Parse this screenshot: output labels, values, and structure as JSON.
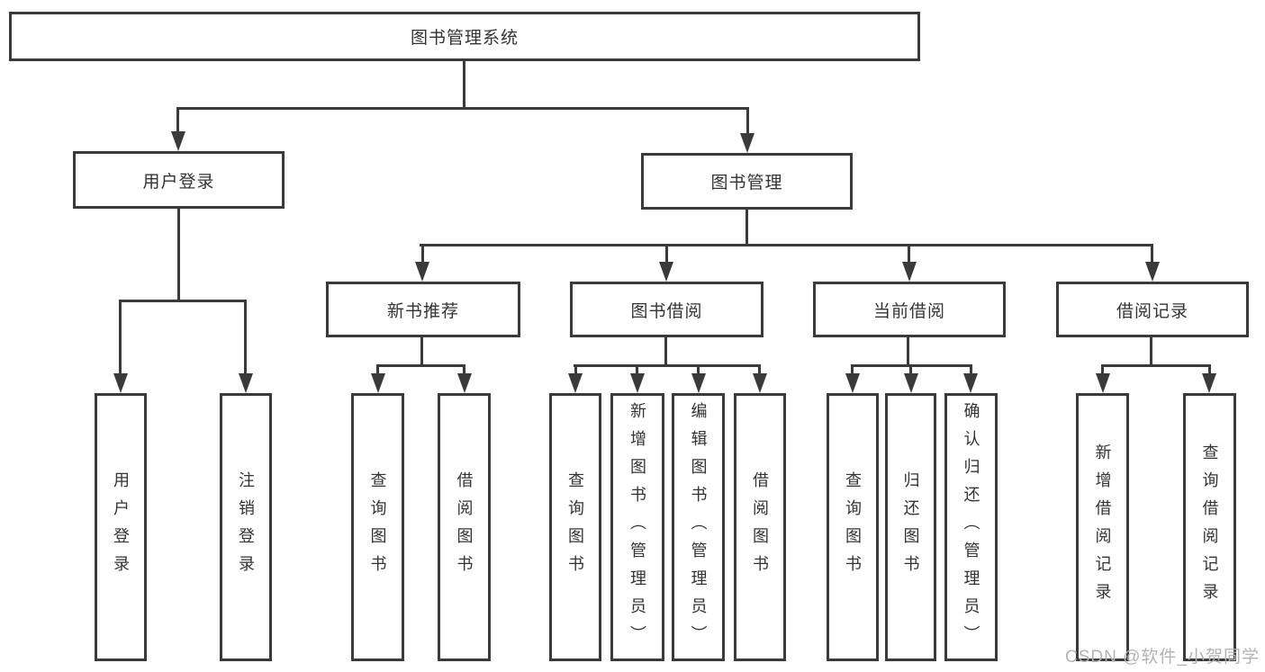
{
  "tree": {
    "root": "图书管理系统",
    "branches": [
      {
        "label": "用户登录",
        "children": [
          {
            "label": "用户登录"
          },
          {
            "label": "注销登录"
          }
        ]
      },
      {
        "label": "图书管理",
        "children": [
          {
            "label": "新书推荐",
            "children": [
              {
                "label": "查询图书"
              },
              {
                "label": "借阅图书"
              }
            ]
          },
          {
            "label": "图书借阅",
            "children": [
              {
                "label": "查询图书"
              },
              {
                "label": "新增图书（管理员）"
              },
              {
                "label": "编辑图书（管理员）"
              },
              {
                "label": "借阅图书"
              }
            ]
          },
          {
            "label": "当前借阅",
            "children": [
              {
                "label": "查询图书"
              },
              {
                "label": "归还图书"
              },
              {
                "label": "确认归还（管理员）"
              }
            ]
          },
          {
            "label": "借阅记录",
            "children": [
              {
                "label": "新增借阅记录"
              },
              {
                "label": "查询借阅记录"
              }
            ]
          }
        ]
      }
    ]
  },
  "watermark": {
    "text": "CSDN @软件_小贺同学"
  },
  "colors": {
    "line": "#3a3a3a",
    "text": "#333333",
    "watermark": "#b3b3b3",
    "background": "#ffffff"
  }
}
